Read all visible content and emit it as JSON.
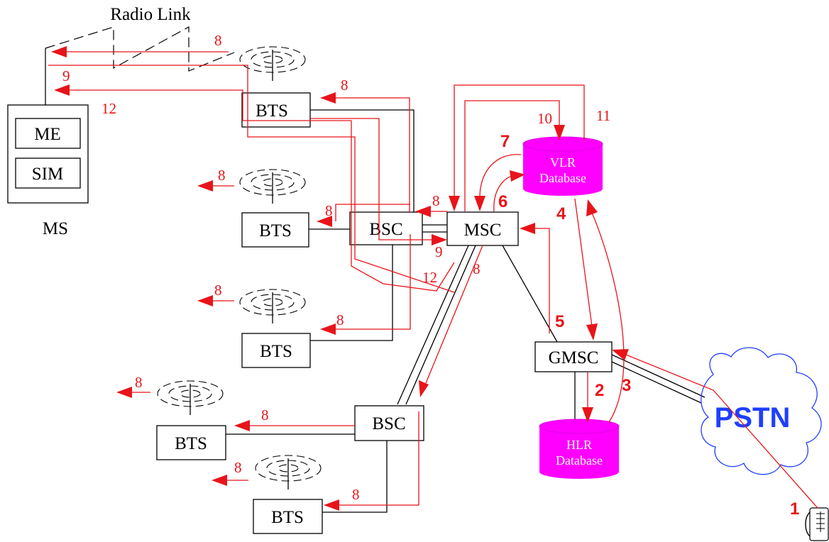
{
  "labels": {
    "radio_link": "Radio Link",
    "ms": "MS",
    "me": "ME",
    "sim": "SIM",
    "bts": "BTS",
    "bsc": "BSC",
    "msc": "MSC",
    "gmsc": "GMSC",
    "vlr_line1": "VLR",
    "vlr_line2": "Database",
    "hlr_line1": "HLR",
    "hlr_line2": "Database",
    "pstn": "PSTN"
  },
  "steps": {
    "s1": "1",
    "s2": "2",
    "s3": "3",
    "s4": "4",
    "s5": "5",
    "s6": "6",
    "s7": "7",
    "s8": "8",
    "s9": "9",
    "s10": "10",
    "s11": "11",
    "s12": "12"
  },
  "colors": {
    "signal": "#e8141a",
    "database": "#ff00ff",
    "pstn_text": "#1f3fff",
    "line": "#000000"
  }
}
